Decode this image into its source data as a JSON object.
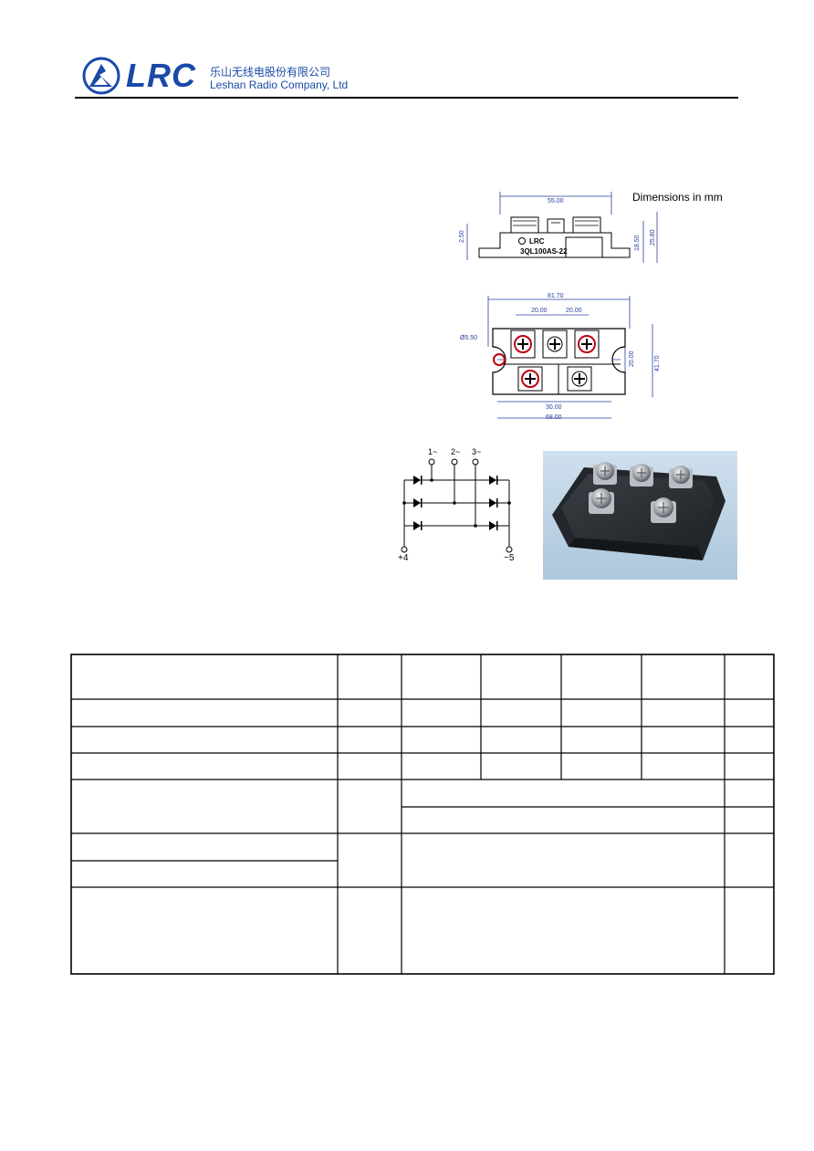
{
  "header": {
    "logo_text": "LRC",
    "company_cn": "乐山无线电股份有限公司",
    "company_en": "Leshan Radio Company, Ltd"
  },
  "drawing": {
    "dimension_note": "Dimensions in mm",
    "side_view": {
      "dim_width": "55.00",
      "dim_left": "2.50",
      "dim_mid": "18.50",
      "dim_right": "25.80",
      "label_brand": "LRC",
      "label_part": "3QL100AS-22"
    },
    "top_view": {
      "dim_overall": "81.70",
      "dim_pitch_1": "20.00",
      "dim_pitch_2": "20.00",
      "dim_hole": "Ø5.50",
      "dim_height": "41.70",
      "dim_inner_height": "20.00",
      "dim_bottom_1": "30.00",
      "dim_bottom_2": "68.00"
    },
    "circuit": {
      "term_1": "1~",
      "term_2": "2~",
      "term_3": "3~",
      "term_plus": "+4",
      "term_minus": "−5"
    }
  },
  "colors": {
    "brand_blue": "#1a4aa8",
    "dimension_blue": "#2b3fa0",
    "module_body": "#2a2e33"
  }
}
